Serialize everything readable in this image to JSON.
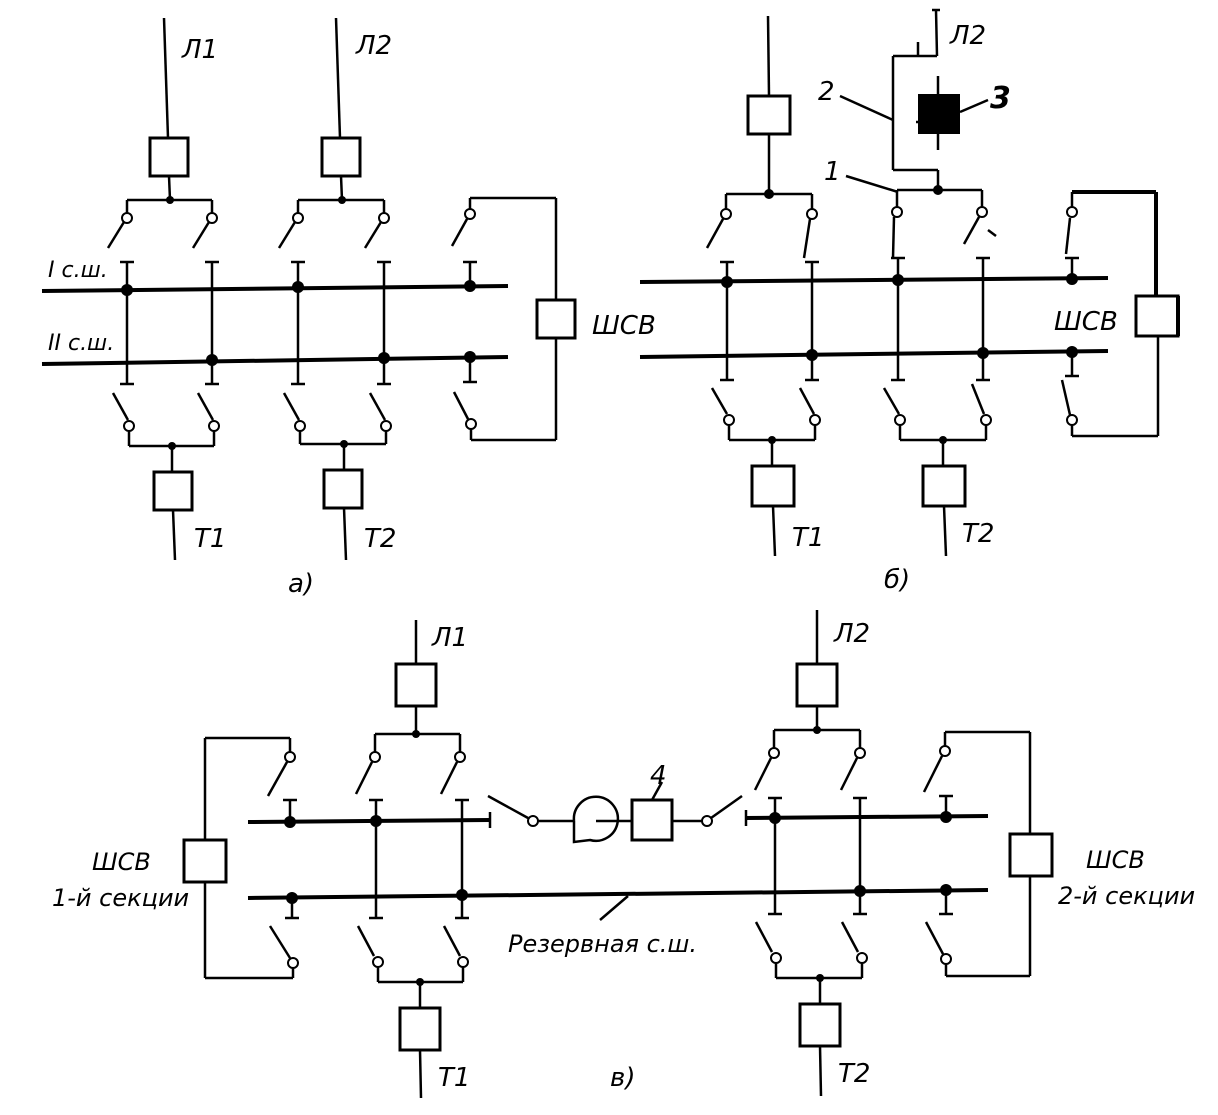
{
  "diagram_a": {
    "line1": "Л1",
    "line2": "Л2",
    "bus1": "I с.ш.",
    "bus2": "II с.ш.",
    "coupler": "ШСВ",
    "t1": "Т1",
    "t2": "Т2",
    "caption": "а)"
  },
  "diagram_b": {
    "line2": "Л2",
    "coupler": "ШСВ",
    "t1": "Т1",
    "t2": "Т2",
    "callout1": "1",
    "callout2": "2",
    "callout3": "3",
    "caption": "б)"
  },
  "diagram_v": {
    "line1": "Л1",
    "line2": "Л2",
    "coupler1_line1": "ШСВ",
    "coupler1_line2": "1-й секции",
    "coupler2_line1": "ШСВ",
    "coupler2_line2": "2-й секции",
    "reserve_bus": "Резервная с.ш.",
    "callout4": "4",
    "t1": "Т1",
    "t2": "Т2",
    "caption": "в)"
  }
}
